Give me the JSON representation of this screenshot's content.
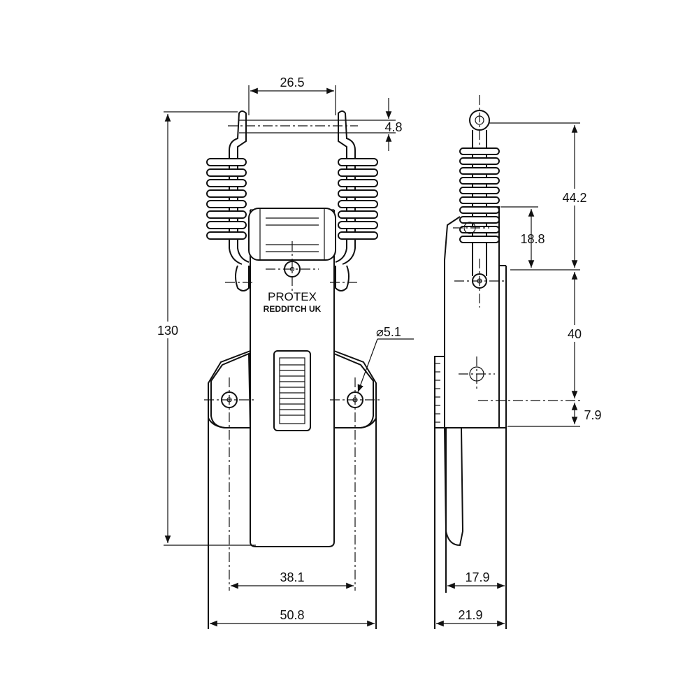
{
  "brand": {
    "name": "PROTEX",
    "location": "REDDITCH UK"
  },
  "front_view": {
    "dimensions": {
      "pin_span": "26.5",
      "pin_diameter": "4.8",
      "overall_length": "130",
      "hole_diameter": "⌀5.1",
      "hole_centres": "38.1",
      "base_width": "50.8"
    }
  },
  "side_view": {
    "dimensions": {
      "spring_pivot_to_hinge": "44.2",
      "spring_housing": "18.8",
      "hinge_to_hole": "40",
      "hole_to_base": "7.9",
      "inner_depth": "17.9",
      "overall_depth": "21.9"
    }
  }
}
